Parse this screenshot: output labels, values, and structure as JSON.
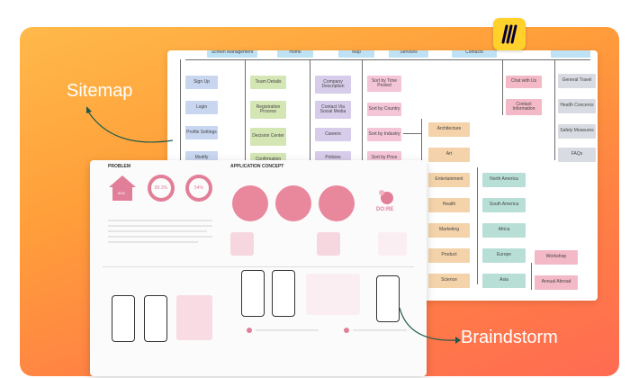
{
  "labels": {
    "sitemap": "Sitemap",
    "braindstorm": "Braindstorm"
  },
  "sitemap": {
    "top_nodes": [
      "Screen Management",
      "Home",
      "Map",
      "Services",
      "Contacts",
      ""
    ],
    "col1": [
      "Sign Up",
      "Login",
      "Profile Settings",
      "Modify"
    ],
    "col2": [
      "Team Details",
      "Registration Process",
      "Decision Center",
      "Confirmation"
    ],
    "col3": [
      "Company Description",
      "Contact Via Social Media",
      "Careers",
      "Policies"
    ],
    "col4": [
      "Sort by Time Posted",
      "Sort by Country",
      "Sort by Industry",
      "Sort by Price"
    ],
    "col5": [
      "Architecture",
      "Art",
      "Entertainment",
      "Health",
      "Marketing",
      "Product",
      "Science"
    ],
    "col6": [
      "North America",
      "South America",
      "Africa",
      "Europe",
      "Asia"
    ],
    "col7": [
      "Chat with Us",
      "Contact Information"
    ],
    "col8": [
      "General Travel",
      "Health Concerns",
      "Safety Measures",
      "FAQs"
    ],
    "col9": [
      "Workshop",
      "Annual Abroad"
    ]
  },
  "brainstorm": {
    "problem_title": "PROBLEM",
    "concept_title": "APPLICATION CONCEPT",
    "stats": [
      "89.3%",
      "54%"
    ],
    "brand": "DO:RE",
    "house_label": "60%"
  },
  "colors": {
    "accent_pink": "#e27f98",
    "miro_yellow": "#ffd12a"
  }
}
